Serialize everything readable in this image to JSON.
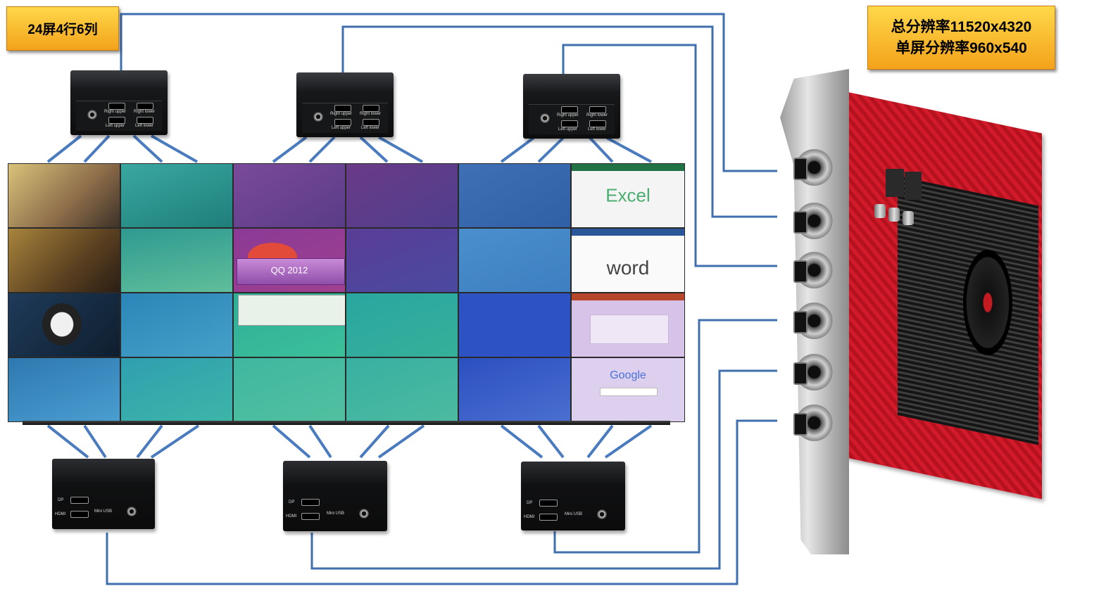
{
  "labels": {
    "layout": "24屏4行6列",
    "total_resolution": "总分辨率11520x4320",
    "single_resolution": "单屏分辨率960x540"
  },
  "splitter_top_ports": [
    "Right upper",
    "Right lower",
    "Left upper",
    "Left lower"
  ],
  "splitter_bottom_ports": [
    "DP",
    "HDMI",
    "Mini USB"
  ],
  "wall_tiles": {
    "row1": [
      "",
      "",
      "",
      "",
      "",
      "Excel"
    ],
    "row2": [
      "",
      "",
      "QQ 2012",
      "",
      "",
      "word"
    ],
    "row3": [
      "",
      "",
      "",
      "",
      "",
      ""
    ],
    "row4": [
      "",
      "",
      "",
      "",
      "",
      "Google"
    ]
  },
  "colors": {
    "line": "#3f6fae",
    "label_fill": "#f8c12e",
    "gpu_red": "#c8172a"
  }
}
